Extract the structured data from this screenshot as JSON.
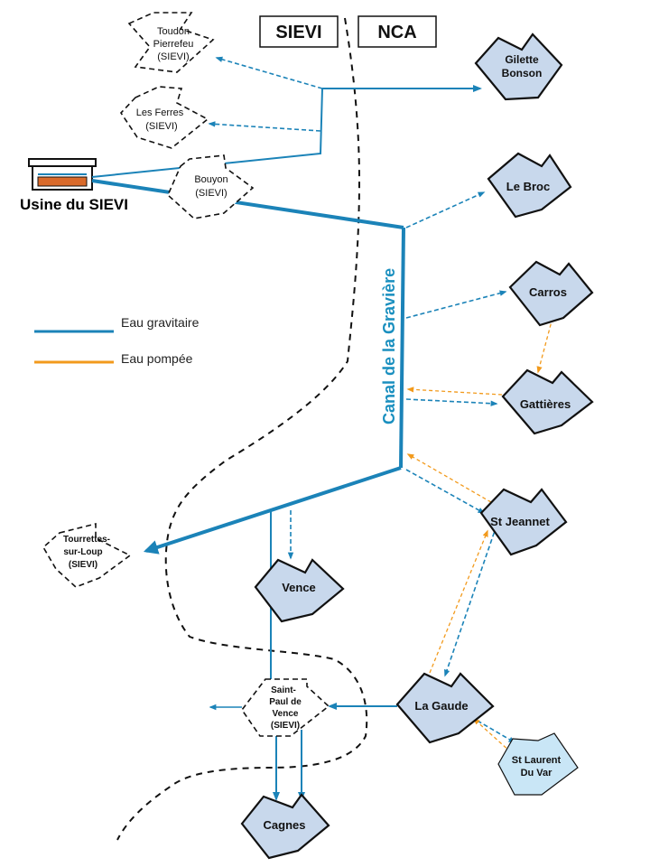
{
  "header": {
    "left_label": "SIEVI",
    "right_label": "NCA"
  },
  "plant": {
    "label": "Usine du SIEVI"
  },
  "canal": {
    "label": "Canal de la Gravière"
  },
  "legend": {
    "gravity_label": "Eau gravitaire",
    "gravity_color": "#1b83b8",
    "pumped_label": "Eau pompée",
    "pumped_color": "#f29a1c"
  },
  "nodes": {
    "toudon": {
      "line1": "Toudon",
      "line2": "Pierrefeu",
      "line3": "(SIEVI)"
    },
    "les_ferres": {
      "line1": "Les Ferres",
      "line2": "(SIEVI)"
    },
    "bouyon": {
      "line1": "Bouyon",
      "line2": "(SIEVI)"
    },
    "gilette": {
      "line1": "Gilette",
      "line2": "Bonson"
    },
    "le_broc": {
      "line1": "Le Broc"
    },
    "carros": {
      "line1": "Carros"
    },
    "gattieres": {
      "line1": "Gattières"
    },
    "st_jeannet": {
      "line1": "St Jeannet"
    },
    "tourrettes": {
      "line1": "Tourrettes-",
      "line2": "sur-Loup",
      "line3": "(SIEVI)"
    },
    "vence": {
      "line1": "Vence"
    },
    "saint_paul": {
      "line1": "Saint-",
      "line2": "Paul de",
      "line3": "Vence",
      "line4": "(SIEVI)"
    },
    "la_gaude": {
      "line1": "La Gaude"
    },
    "st_laurent": {
      "line1": "St Laurent",
      "line2": "Du Var"
    },
    "cagnes": {
      "line1": "Cagnes"
    }
  },
  "colors": {
    "gravity_blue": "#1b83b8",
    "pumped_orange": "#f29a1c",
    "nca_fill": "#c8d8ec",
    "st_laurent_fill": "#c9e6f6",
    "canal_text": "#1a8fbf"
  }
}
